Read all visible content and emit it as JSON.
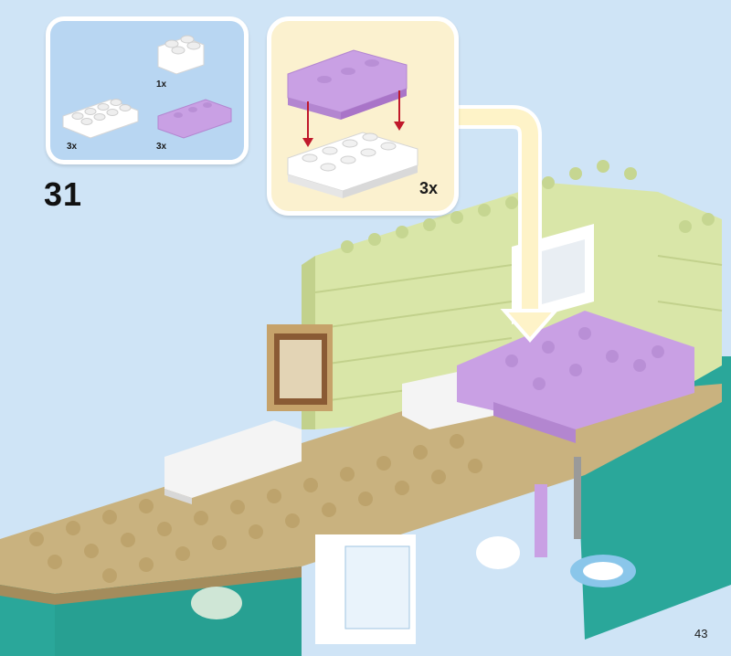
{
  "step": {
    "number": "31"
  },
  "parts_list": {
    "items": [
      {
        "name": "white-2x2-brick",
        "qty": "1x",
        "color": "#ffffff"
      },
      {
        "name": "white-2x4-plate",
        "qty": "3x",
        "color": "#ffffff"
      },
      {
        "name": "lavender-2x4-tile-with-studs",
        "qty": "3x",
        "color": "#c9a0e4"
      }
    ]
  },
  "callout": {
    "qty": "3x"
  },
  "page": {
    "number": "43"
  },
  "colors": {
    "background": "#cfe4f6",
    "parts_panel": "#b8d6f2",
    "callout_panel": "#fbf1cf",
    "arrow": "#fef3c8",
    "lime_brick": "#d9e6a8",
    "tan_plate": "#c9b27f",
    "teal_wall": "#2aa79a",
    "lavender": "#c9a0e4",
    "red_arrow": "#c0192b"
  }
}
